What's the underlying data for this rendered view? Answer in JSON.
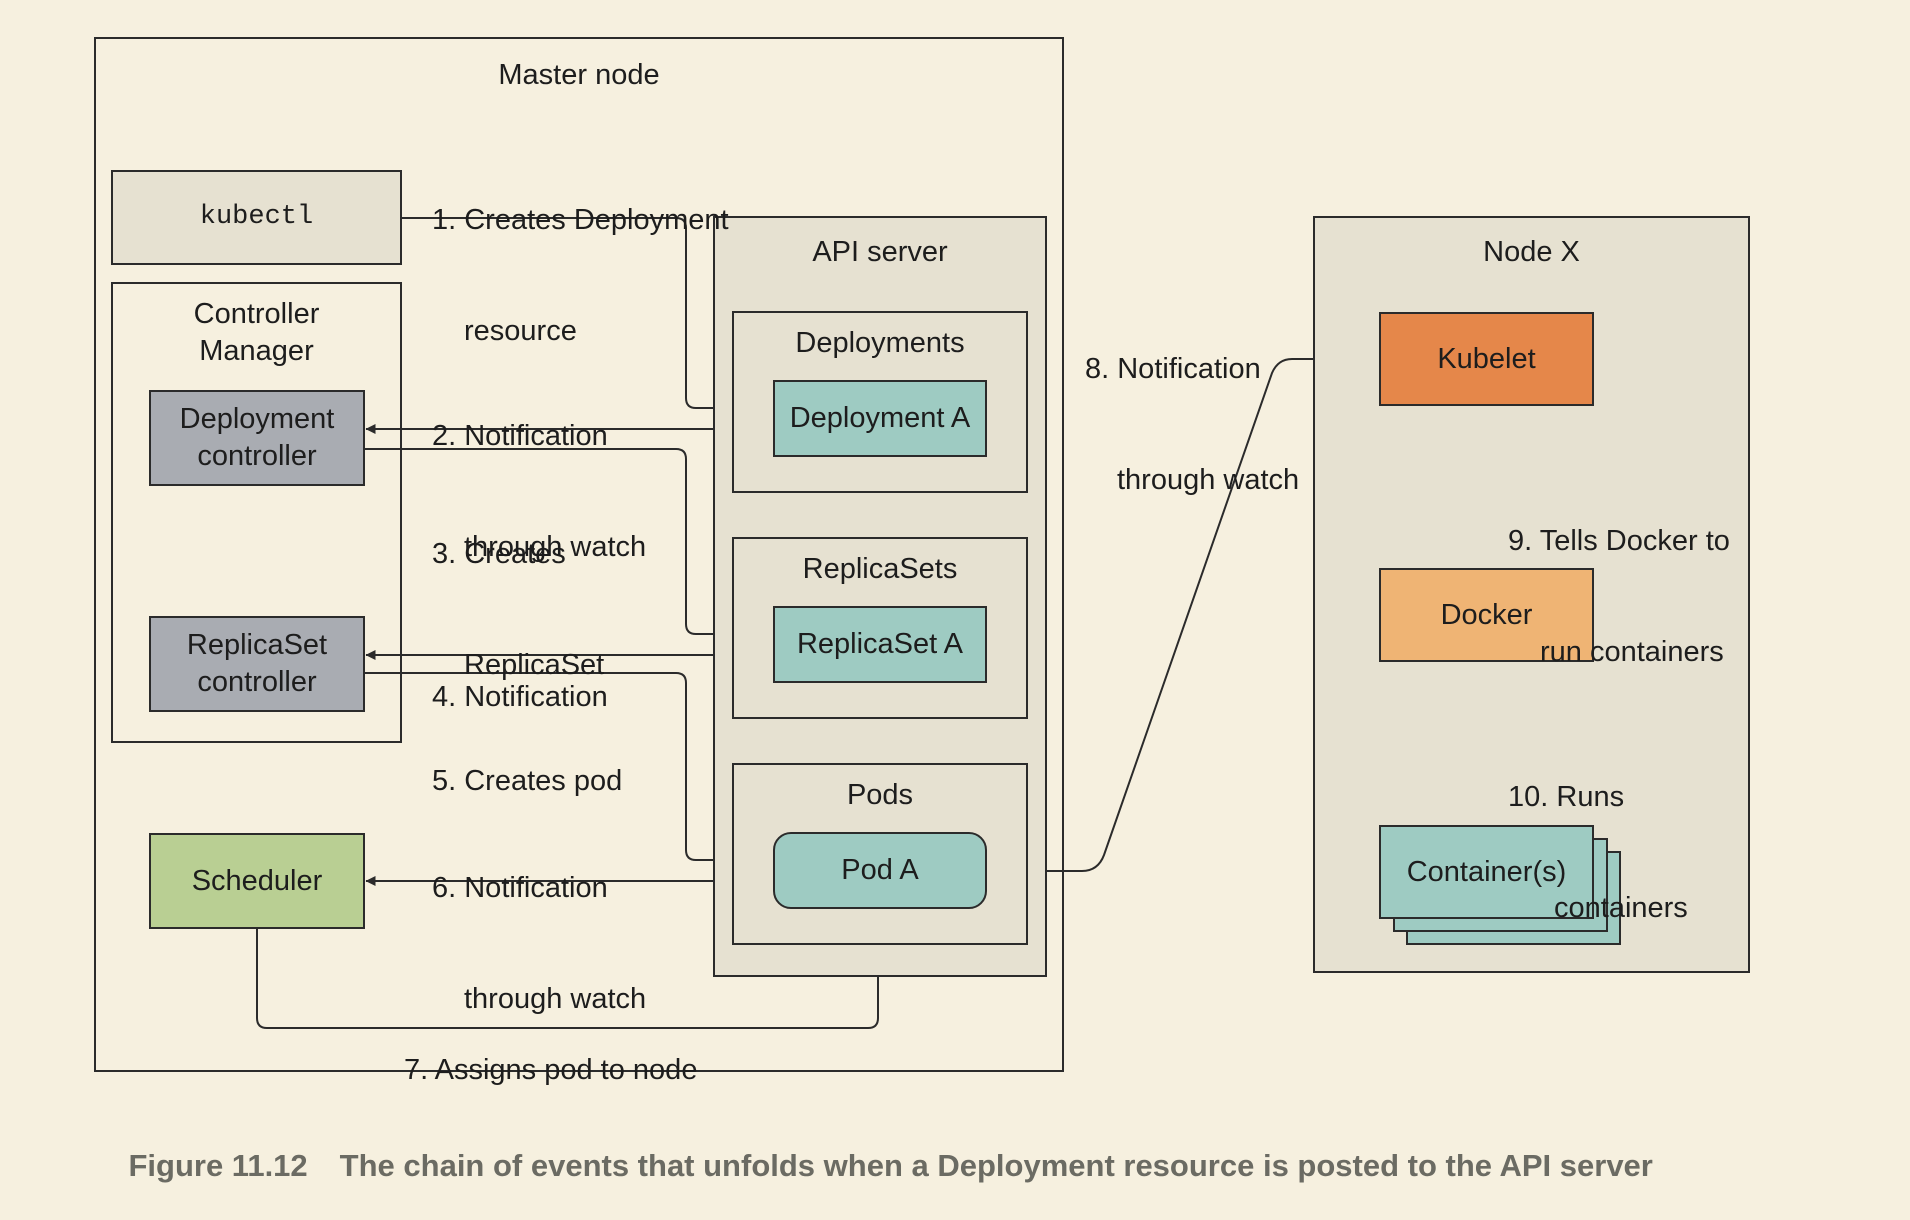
{
  "master": {
    "title": "Master node"
  },
  "kubectl": {
    "label": "kubectl"
  },
  "controller_manager": {
    "title_line1": "Controller",
    "title_line2": "Manager",
    "deployment_controller": {
      "line1": "Deployment",
      "line2": "controller"
    },
    "replicaset_controller": {
      "line1": "ReplicaSet",
      "line2": "controller"
    }
  },
  "scheduler": {
    "label": "Scheduler"
  },
  "api_server": {
    "title": "API server",
    "deployments": {
      "title": "Deployments",
      "item": "Deployment A"
    },
    "replicasets": {
      "title": "ReplicaSets",
      "item": "ReplicaSet A"
    },
    "pods": {
      "title": "Pods",
      "item": "Pod A"
    }
  },
  "node": {
    "title": "Node X",
    "kubelet": "Kubelet",
    "docker": "Docker",
    "containers": "Container(s)"
  },
  "steps": {
    "s1": {
      "line1": "1. Creates Deployment",
      "line2": "resource"
    },
    "s2": {
      "line1": "2. Notification",
      "line2": "through watch"
    },
    "s3": {
      "line1": "3. Creates",
      "line2": "ReplicaSet"
    },
    "s4": {
      "line1": "4. Notification"
    },
    "s5": {
      "line1": "5. Creates pod"
    },
    "s6": {
      "line1": "6. Notification",
      "line2": "through watch"
    },
    "s7": {
      "line1": "7. Assigns pod to node"
    },
    "s8": {
      "line1": "8. Notification",
      "line2": "through watch"
    },
    "s9": {
      "line1": "9. Tells Docker to",
      "line2": "run containers"
    },
    "s10": {
      "line1": "10. Runs",
      "line2": "containers"
    }
  },
  "caption": {
    "number": "Figure 11.12",
    "text": "The chain of events that unfolds when a Deployment resource is posted to the API server"
  },
  "colors": {
    "background": "#f6f0df",
    "panel": "#e6e1d1",
    "controller": "#a9acb2",
    "teal": "#9ecbc2",
    "scheduler": "#b9cf93",
    "kubelet": "#e5874a",
    "docker": "#efb474"
  }
}
